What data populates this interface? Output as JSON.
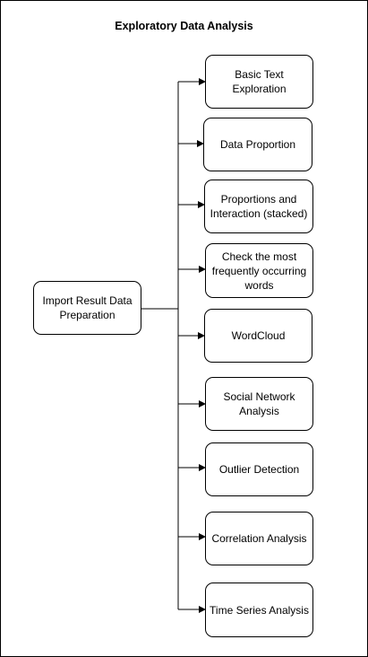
{
  "title": "Exploratory Data Analysis",
  "source_node": {
    "label": "Import Result Data Preparation"
  },
  "target_nodes": [
    {
      "label": "Basic Text Exploration"
    },
    {
      "label": "Data Proportion"
    },
    {
      "label": "Proportions and Interaction (stacked)"
    },
    {
      "label": "Check the most frequently occurring words"
    },
    {
      "label": "WordCloud"
    },
    {
      "label": "Social Network Analysis"
    },
    {
      "label": "Outlier Detection"
    },
    {
      "label": "Correlation Analysis"
    },
    {
      "label": "Time Series Analysis"
    }
  ]
}
